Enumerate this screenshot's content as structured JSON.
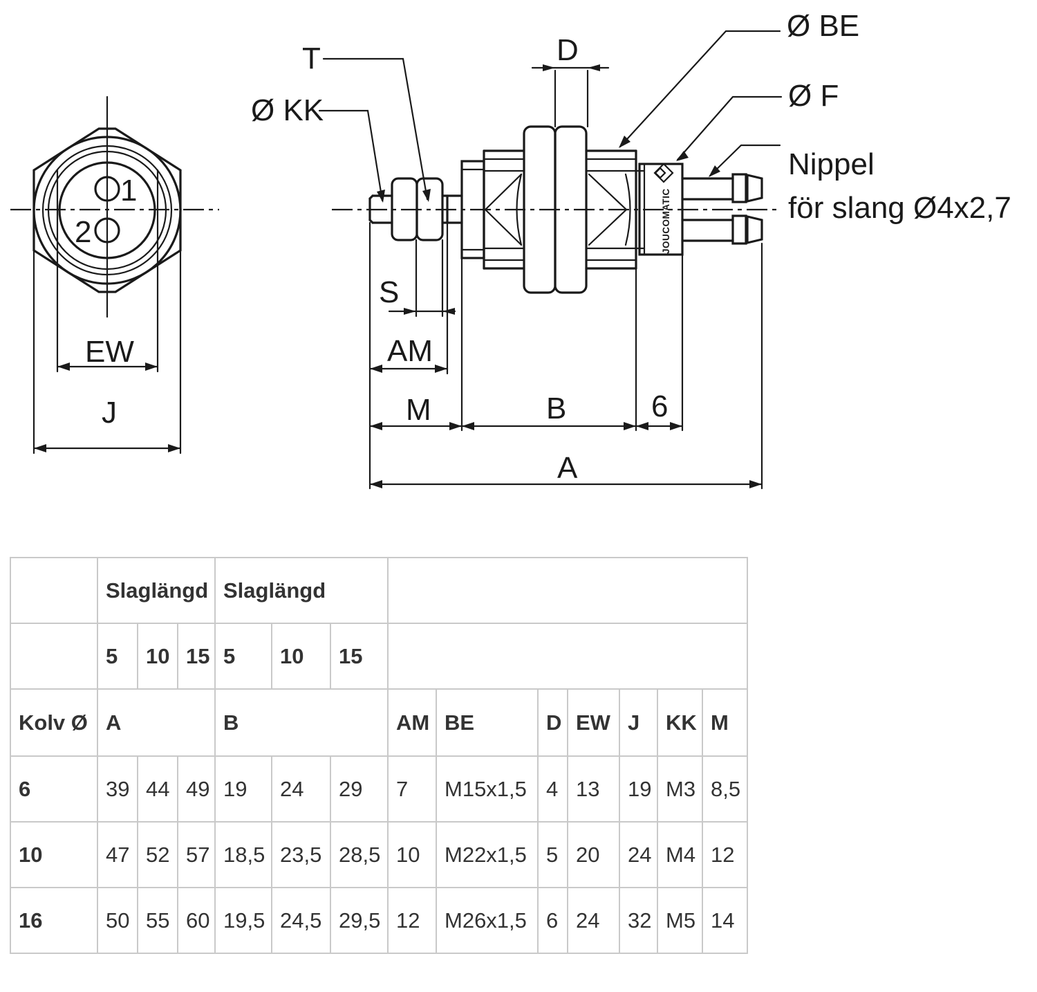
{
  "drawing": {
    "labels": {
      "t": "T",
      "kk": "Ø KK",
      "d": "D",
      "be": "Ø BE",
      "f": "Ø F",
      "nipple_line1": "Nippel",
      "nipple_line2": "för slang Ø4x2,7",
      "s": "S",
      "am": "AM",
      "m": "M",
      "b": "B",
      "six": "6",
      "a": "A",
      "ew": "EW",
      "j": "J",
      "port1": "1",
      "port2": "2",
      "brand": "JOUCOMATIC"
    }
  },
  "table": {
    "group_header_1": "Slaglängd",
    "group_header_2": "Slaglängd",
    "stroke_cols": [
      "5",
      "10",
      "15",
      "5",
      "10",
      "15"
    ],
    "col_headers": [
      "Kolv Ø",
      "A",
      "B",
      "AM",
      "BE",
      "D",
      "EW",
      "J",
      "KK",
      "M"
    ],
    "rows": [
      {
        "kolv": "6",
        "values": [
          "39",
          "44",
          "49",
          "19",
          "24",
          "29",
          "7",
          "M15x1,5",
          "4",
          "13",
          "19",
          "M3",
          "8,5"
        ]
      },
      {
        "kolv": "10",
        "values": [
          "47",
          "52",
          "57",
          "18,5",
          "23,5",
          "28,5",
          "10",
          "M22x1,5",
          "5",
          "20",
          "24",
          "M4",
          "12"
        ]
      },
      {
        "kolv": "16",
        "values": [
          "50",
          "55",
          "60",
          "19,5",
          "24,5",
          "29,5",
          "12",
          "M26x1,5",
          "6",
          "24",
          "32",
          "M5",
          "14"
        ]
      }
    ]
  }
}
